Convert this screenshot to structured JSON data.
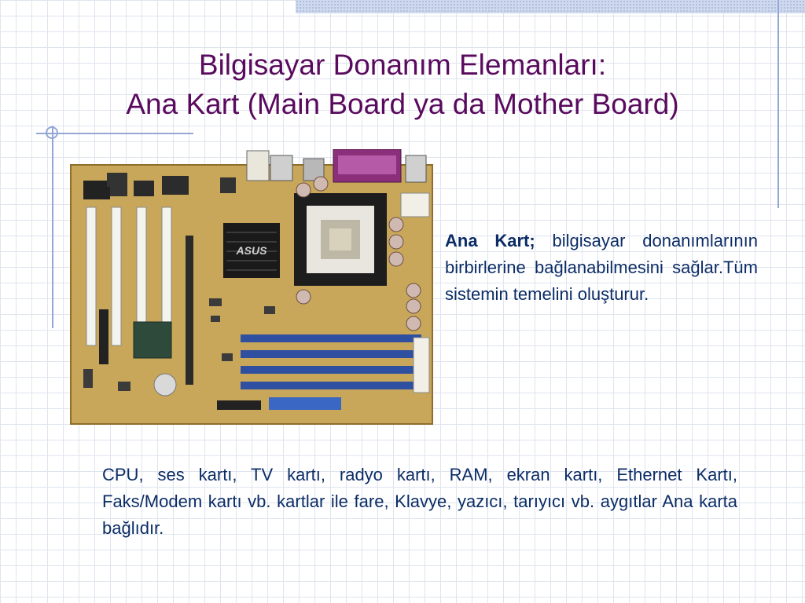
{
  "slide": {
    "title_line1": "Bilgisayar Donanım Elemanları:",
    "title_line2": "Ana Kart (Main Board ya da Mother Board)",
    "description_lead": "Ana Kart;",
    "description_rest": " bilgisayar donanımlarının birbirlerine bağlanabilmesini sağlar.Tüm sistemin temelini oluşturur.",
    "bottom_paragraph": "CPU, ses kartı, TV kartı, radyo kartı, RAM, ekran kartı, Ethernet Kartı, Faks/Modem kartı vb. kartlar ile fare, Klavye, yazıcı, tarıyıcı vb. aygıtlar Ana karta bağlıdır.",
    "image": {
      "subject": "motherboard",
      "heatsink_label": "ASUS"
    }
  },
  "colors": {
    "title": "#5a0a5e",
    "body_text": "#0b2c66",
    "accent_lines": "#93a6d6",
    "grid": "#dfe4ef",
    "board": "#c9a75a"
  }
}
